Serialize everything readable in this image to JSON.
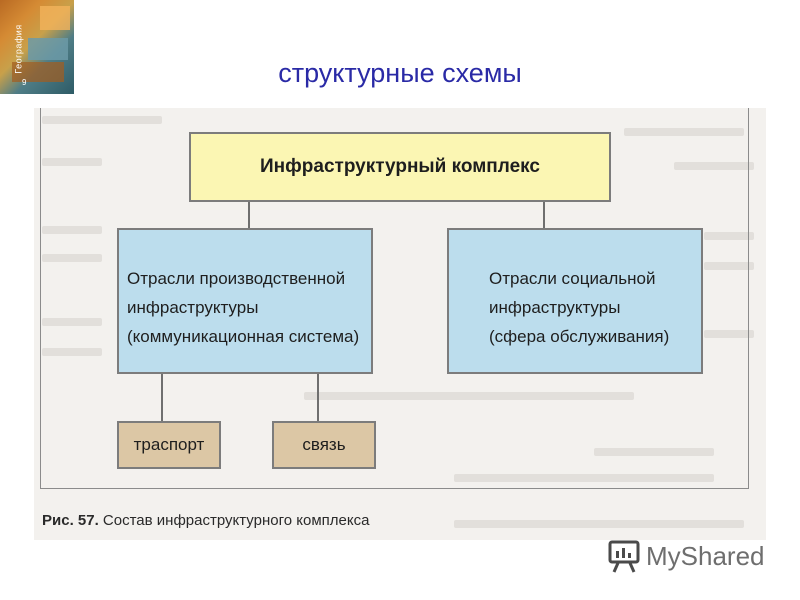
{
  "cover": {
    "spine_text": "География",
    "grade": "9"
  },
  "title": "структурные схемы",
  "diagram": {
    "root": "Инфраструктурный комплекс",
    "left_branch": [
      "Отрасли производственной",
      "инфраструктуры",
      "(коммуникационная система)"
    ],
    "right_branch": [
      "Отрасли социальной",
      "инфраструктуры",
      "(сфера обслуживания)"
    ],
    "leaves": [
      "траспорт",
      "связь"
    ]
  },
  "caption": {
    "label": "Рис. 57.",
    "text": " Состав инфраструктурного комплекса"
  },
  "logo": {
    "text": "MyShared",
    "icon": "presentation-board-icon"
  }
}
